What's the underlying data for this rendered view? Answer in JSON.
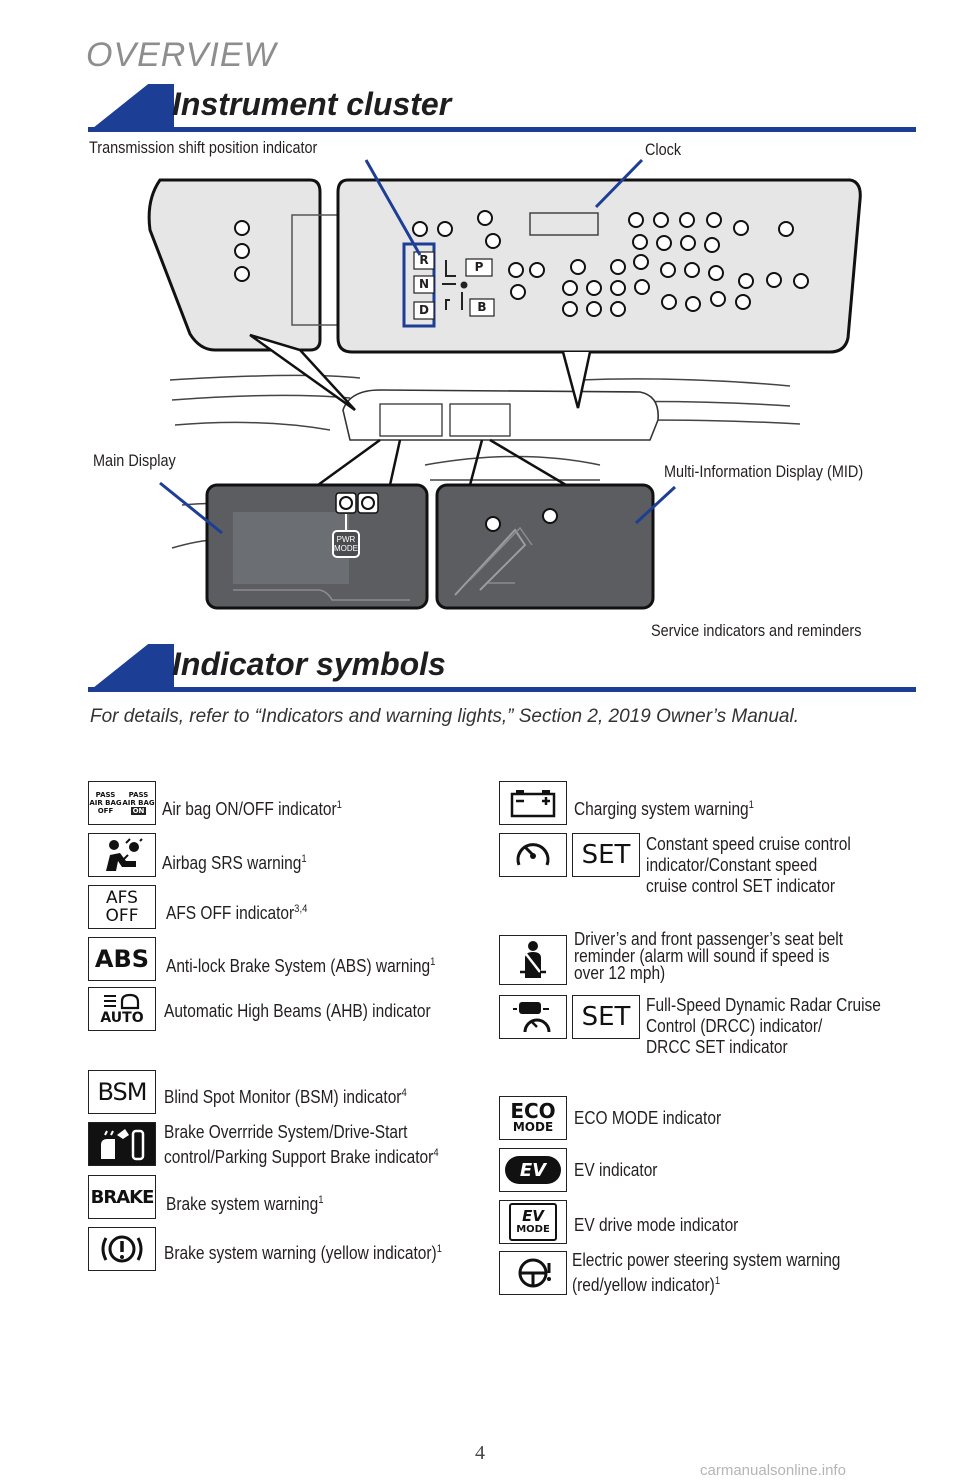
{
  "header": {
    "overview": "OVERVIEW",
    "section1": "Instrument cluster",
    "section2": "Indicator symbols"
  },
  "callouts": {
    "shift": "Transmission shift position indicator",
    "clock": "Clock",
    "main": "Main Display",
    "mid": "Multi-Information Display (MID)",
    "service": "Service indicators and reminders"
  },
  "cluster": {
    "gears": [
      "R",
      "N",
      "D"
    ],
    "p": "P",
    "b": "B",
    "pwr": "PWR",
    "mode": "MODE"
  },
  "intro": "For details, refer to “Indicators and warning lights,” Section 2, 2019 Owner’s Manual.",
  "icon_text": {
    "pass1": "PASS",
    "airbag1": "AIR BAG",
    "off1": "OFF",
    "pass2": "PASS",
    "airbag2": "AIR BAG",
    "on2": "ON",
    "afs1": "AFS",
    "afs2": "OFF",
    "abs": "ABS",
    "auto": "AUTO",
    "bsm": "BSM",
    "brake": "BRAKE",
    "set1": "SET",
    "set2": "SET",
    "eco1": "ECO",
    "eco2": "MODE",
    "ev": "EV",
    "evm1": "EV",
    "evm2": "MODE"
  },
  "left_items": [
    {
      "text": "Air bag ON/OFF indicator",
      "sup": "1"
    },
    {
      "text": "Airbag SRS warning",
      "sup": "1"
    },
    {
      "text": "AFS OFF indicator",
      "sup": "3,4"
    },
    {
      "text": "Anti-lock Brake System (ABS) warning",
      "sup": "1"
    },
    {
      "text": "Automatic High Beams (AHB) indicator",
      "sup": ""
    },
    {
      "text": "Blind Spot Monitor (BSM) indicator",
      "sup": "4"
    },
    {
      "line1": "Brake Overrride System/Drive-Start",
      "line2": "control/Parking Support Brake indicator",
      "sup": "4"
    },
    {
      "text": "Brake system warning",
      "sup": "1"
    },
    {
      "text": "Brake system warning (yellow indicator)",
      "sup": "1"
    }
  ],
  "right_items": [
    {
      "text": "Charging system warning",
      "sup": "1"
    },
    {
      "line1": "Constant speed cruise control",
      "line2": "indicator/Constant speed",
      "line3": "cruise control SET indicator"
    },
    {
      "line1": "Driver’s and front passenger’s seat belt",
      "line2": "reminder (alarm will sound if speed is",
      "line3": "over 12 mph)"
    },
    {
      "line1": "Full-Speed Dynamic Radar Cruise",
      "line2": "Control (DRCC) indicator/",
      "line3": "DRCC SET indicator"
    },
    {
      "text": "ECO MODE indicator"
    },
    {
      "text": "EV indicator"
    },
    {
      "text": "EV drive mode indicator"
    },
    {
      "line1": "Electric power steering system warning",
      "line2": "(red/yellow indicator)",
      "sup": "1"
    }
  ],
  "page_number": "4",
  "watermark": "carmanualsonline.info",
  "colors": {
    "accent": "#1d3e95",
    "display": "#5b5d61"
  }
}
